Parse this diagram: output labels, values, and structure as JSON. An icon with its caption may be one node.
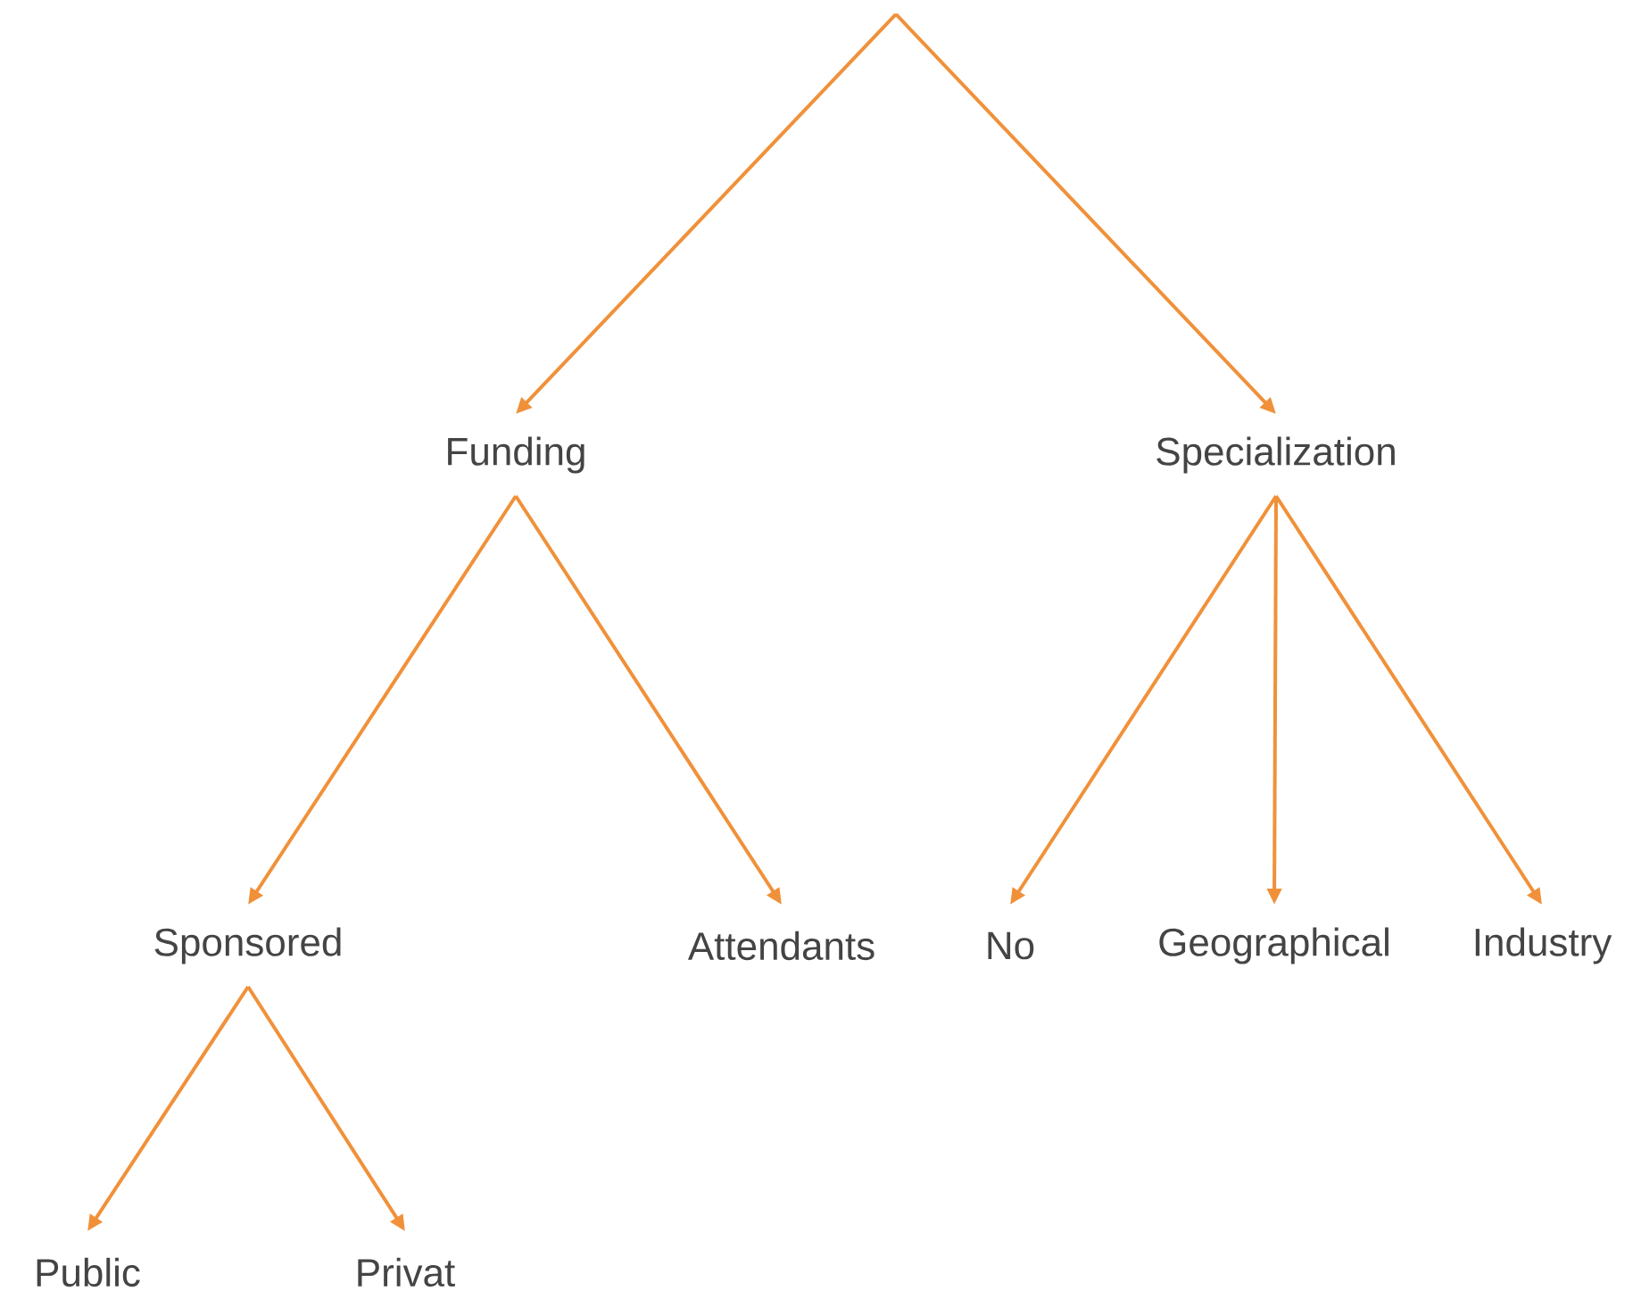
{
  "diagram": {
    "nodes": [
      {
        "text": [
          "Funding"
        ]
      },
      {
        "text": [
          "Specialization"
        ]
      },
      {
        "text": [
          "Sponsored"
        ]
      },
      {
        "text": [
          "Attendants"
        ]
      },
      {
        "text": [
          "No"
        ]
      },
      {
        "text": [
          "Geographical"
        ]
      },
      {
        "text": [
          "Industry"
        ]
      },
      {
        "text": [
          "Public"
        ]
      },
      {
        "text": [
          "Privat"
        ]
      }
    ],
    "edges": [
      {
        "from": null,
        "to": 0,
        "arrow": "to"
      },
      {
        "from": null,
        "to": 1,
        "arrow": "to"
      },
      {
        "from": 0,
        "to": 2,
        "arrow": "to"
      },
      {
        "from": 0,
        "to": 3,
        "arrow": "to"
      },
      {
        "from": 1,
        "to": 4,
        "arrow": "to"
      },
      {
        "from": 1,
        "to": 5,
        "arrow": "to"
      },
      {
        "from": 1,
        "to": 6,
        "arrow": "to"
      },
      {
        "from": 2,
        "to": 7,
        "arrow": "to"
      },
      {
        "from": 2,
        "to": 8,
        "arrow": "to"
      }
    ]
  }
}
